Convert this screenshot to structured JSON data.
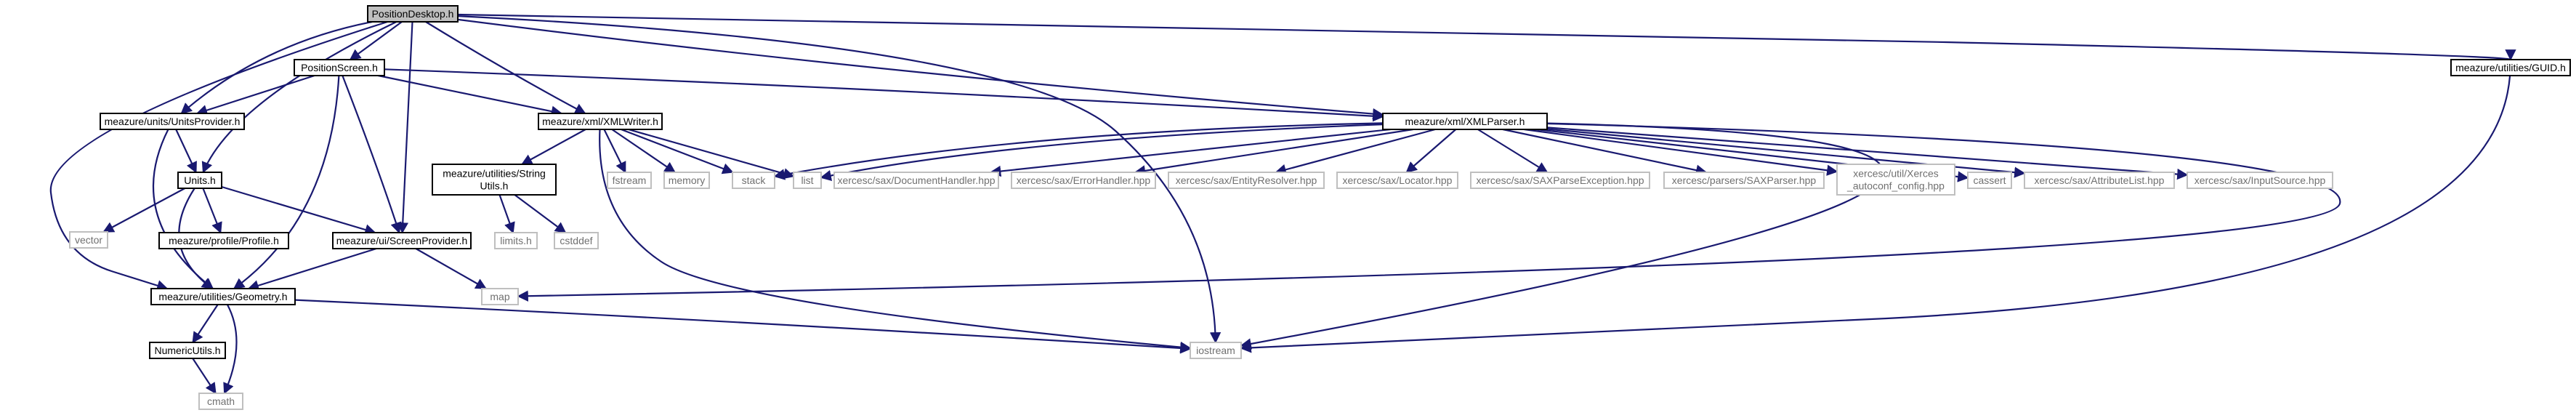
{
  "diagram": {
    "colors": {
      "edge": "#191970",
      "node_text": "#000000",
      "node_border": "#000000",
      "node_fill": "#ffffff",
      "root_fill": "#bfbfbf",
      "external_text": "#707070",
      "external_border": "#bfbfbf"
    },
    "nodes": [
      {
        "id": "position-desktop-h",
        "label": "PositionDesktop.h",
        "kind": "root"
      },
      {
        "id": "position-screen-h",
        "label": "PositionScreen.h",
        "kind": "local"
      },
      {
        "id": "guid-h",
        "label": "meazure/utilities/GUID.h",
        "kind": "local"
      },
      {
        "id": "units-provider-h",
        "label": "meazure/units/UnitsProvider.h",
        "kind": "local"
      },
      {
        "id": "xml-writer-h",
        "label": "meazure/xml/XMLWriter.h",
        "kind": "local"
      },
      {
        "id": "xml-parser-h",
        "label": "meazure/xml/XMLParser.h",
        "kind": "local"
      },
      {
        "id": "units-h",
        "label": "Units.h",
        "kind": "local"
      },
      {
        "id": "string-utils-h",
        "label": [
          "meazure/utilities/String",
          "Utils.h"
        ],
        "kind": "local"
      },
      {
        "id": "profile-h",
        "label": "meazure/profile/Profile.h",
        "kind": "local"
      },
      {
        "id": "screen-provider-h",
        "label": "meazure/ui/ScreenProvider.h",
        "kind": "local"
      },
      {
        "id": "geometry-h",
        "label": "meazure/utilities/Geometry.h",
        "kind": "local"
      },
      {
        "id": "numeric-utils-h",
        "label": "NumericUtils.h",
        "kind": "local"
      },
      {
        "id": "vector",
        "label": "vector",
        "kind": "external"
      },
      {
        "id": "fstream",
        "label": "fstream",
        "kind": "external"
      },
      {
        "id": "memory",
        "label": "memory",
        "kind": "external"
      },
      {
        "id": "stack",
        "label": "stack",
        "kind": "external"
      },
      {
        "id": "list",
        "label": "list",
        "kind": "external"
      },
      {
        "id": "limits-h",
        "label": "limits.h",
        "kind": "external"
      },
      {
        "id": "cstddef",
        "label": "cstddef",
        "kind": "external"
      },
      {
        "id": "map",
        "label": "map",
        "kind": "external"
      },
      {
        "id": "cmath",
        "label": "cmath",
        "kind": "external"
      },
      {
        "id": "iostream",
        "label": "iostream",
        "kind": "external"
      },
      {
        "id": "document-handler-hpp",
        "label": "xercesc/sax/DocumentHandler.hpp",
        "kind": "external"
      },
      {
        "id": "error-handler-hpp",
        "label": "xercesc/sax/ErrorHandler.hpp",
        "kind": "external"
      },
      {
        "id": "entity-resolver-hpp",
        "label": "xercesc/sax/EntityResolver.hpp",
        "kind": "external"
      },
      {
        "id": "locator-hpp",
        "label": "xercesc/sax/Locator.hpp",
        "kind": "external"
      },
      {
        "id": "sax-parse-exception-hpp",
        "label": "xercesc/sax/SAXParseException.hpp",
        "kind": "external"
      },
      {
        "id": "sax-parser-hpp",
        "label": "xercesc/parsers/SAXParser.hpp",
        "kind": "external"
      },
      {
        "id": "xerces-autoconf-config-hpp",
        "label": [
          "xercesc/util/Xerces",
          "_autoconf_config.hpp"
        ],
        "kind": "external"
      },
      {
        "id": "cassert",
        "label": "cassert",
        "kind": "external"
      },
      {
        "id": "attribute-list-hpp",
        "label": "xercesc/sax/AttributeList.hpp",
        "kind": "external"
      },
      {
        "id": "input-source-hpp",
        "label": "xercesc/sax/InputSource.hpp",
        "kind": "external"
      }
    ]
  }
}
